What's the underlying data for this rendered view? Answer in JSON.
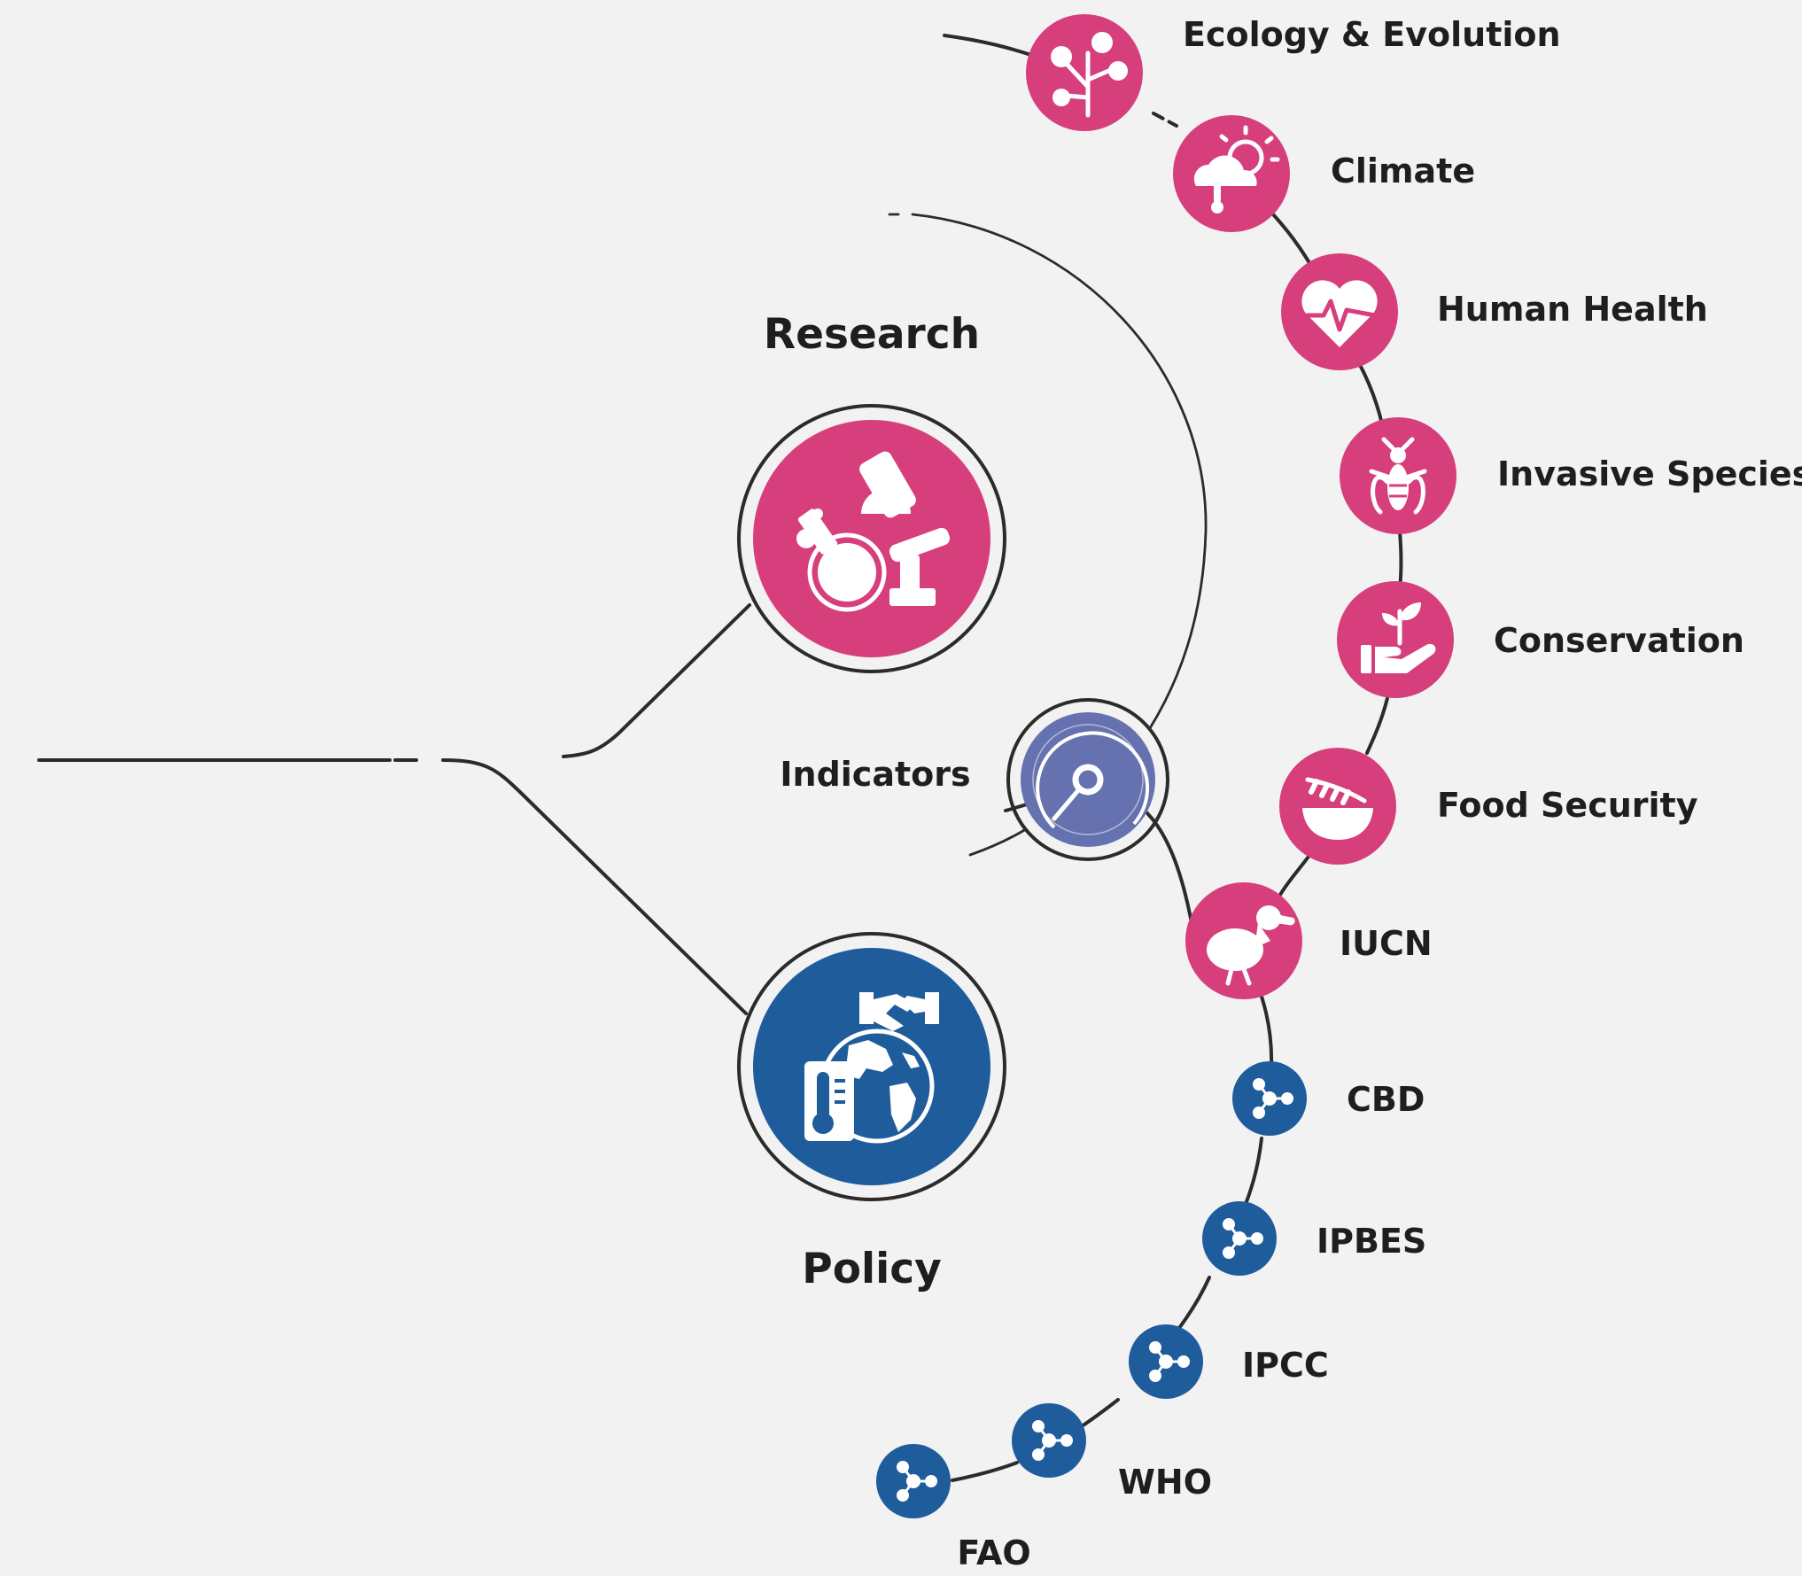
{
  "colors": {
    "research_pink": "#d63f7c",
    "policy_blue": "#1f5c9c",
    "indicator_purple": "#6672b0",
    "line": "#2b2b2b",
    "background": "#f2f2f2"
  },
  "hubs": {
    "research": {
      "label": "Research",
      "icon": "research-lab-icon"
    },
    "policy": {
      "label": "Policy",
      "icon": "policy-globe-icon"
    },
    "indicators": {
      "label": "Indicators",
      "icon": "gauge-icon"
    }
  },
  "research_topics": [
    {
      "label": "Ecology & Evolution",
      "icon": "ecology-tree-icon"
    },
    {
      "label": "Climate",
      "icon": "climate-weather-icon"
    },
    {
      "label": "Human Health",
      "icon": "heart-pulse-icon"
    },
    {
      "label": "Invasive Species",
      "icon": "insect-icon"
    },
    {
      "label": "Conservation",
      "icon": "hand-sprout-icon"
    },
    {
      "label": "Food Security",
      "icon": "grain-bowl-icon"
    },
    {
      "label": "IUCN",
      "icon": "dodo-bird-icon"
    }
  ],
  "policy_bodies": [
    {
      "label": "CBD",
      "icon": "network-icon"
    },
    {
      "label": "IPBES",
      "icon": "network-icon"
    },
    {
      "label": "IPCC",
      "icon": "network-icon"
    },
    {
      "label": "WHO",
      "icon": "network-icon"
    },
    {
      "label": "FAO",
      "icon": "network-icon"
    }
  ]
}
